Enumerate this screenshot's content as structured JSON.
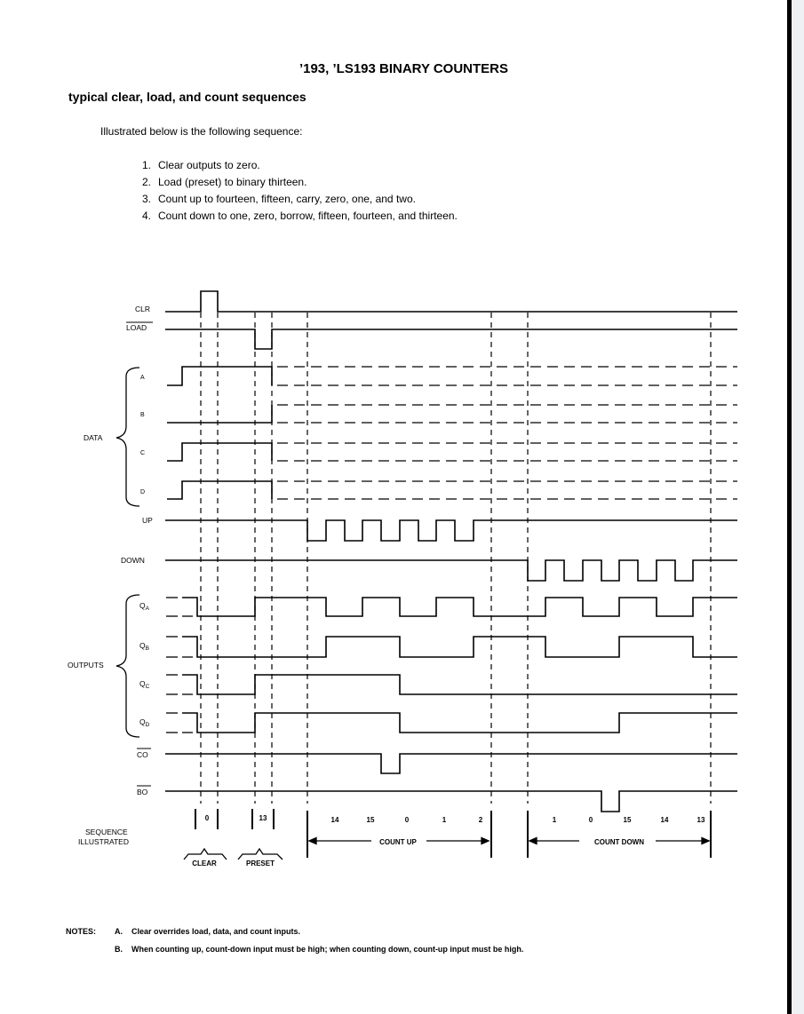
{
  "page": {
    "title": "’193, ’LS193 BINARY COUNTERS",
    "subheading": "typical clear, load, and count sequences",
    "intro": "Illustrated below is the following sequence:",
    "steps": [
      {
        "num": "1.",
        "text": "Clear outputs to zero."
      },
      {
        "num": "2.",
        "text": "Load (preset) to binary thirteen."
      },
      {
        "num": "3.",
        "text": "Count up to fourteen, fifteen, carry, zero, one, and two."
      },
      {
        "num": "4.",
        "text": "Count down to one, zero, borrow, fifteen, fourteen, and thirteen."
      }
    ]
  },
  "diagram": {
    "signals": {
      "clr": "CLR",
      "load": "LOAD",
      "a": "A",
      "b": "B",
      "c": "C",
      "d": "D",
      "up": "UP",
      "down": "DOWN",
      "qa": "Q",
      "qa_sub": "A",
      "qb": "Q",
      "qb_sub": "B",
      "qc": "Q",
      "qc_sub": "C",
      "qd": "Q",
      "qd_sub": "D",
      "co": "CO",
      "bo": "BO"
    },
    "groups": {
      "data": "DATA",
      "outputs": "OUTPUTS"
    },
    "sequence_label_1": "SEQUENCE",
    "sequence_label_2": "ILLUSTRATED",
    "sequence_values": {
      "clear": "0",
      "preset": "13",
      "up_1": "14",
      "up_2": "15",
      "up_3": "0",
      "up_4": "1",
      "up_5": "2",
      "down_1": "1",
      "down_2": "0",
      "down_3": "15",
      "down_4": "14",
      "down_5": "13"
    },
    "count_up": "COUNT UP",
    "count_down": "COUNT DOWN",
    "clear": "CLEAR",
    "preset": "PRESET"
  },
  "notes": {
    "label": "NOTES:",
    "a_letter": "A.",
    "a_text": "Clear overrides load, data, and count inputs.",
    "b_letter": "B.",
    "b_text": "When counting up, count-down input must be high; when counting down, count-up input must be high."
  }
}
